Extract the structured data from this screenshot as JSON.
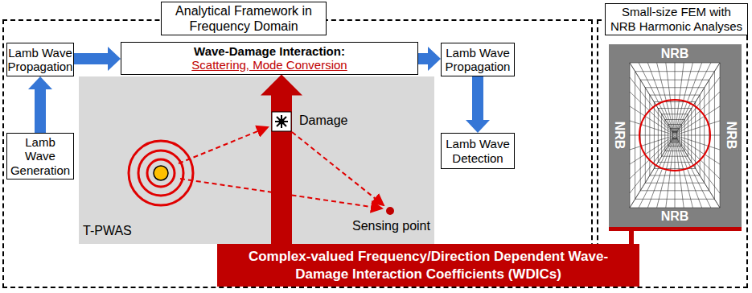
{
  "diagram": {
    "nodes": [
      {
        "text": [
          "Analytical Framework in Frequency Domain"
        ]
      },
      {
        "text": [
          "Lamb Wave Propagation"
        ],
        "in": 0
      },
      {
        "text": [
          "Wave-Damage Interaction:",
          "Scattering, Mode Conversion"
        ],
        "in": 0
      },
      {
        "text": [
          "Lamb Wave Propagation"
        ],
        "in": 0
      },
      {
        "text": [
          "Lamb Wave Generation"
        ],
        "in": 0
      },
      {
        "text": [
          "Lamb Wave Detection"
        ],
        "in": 0
      },
      {
        "text": [
          "Small-size FEM with NRB Harmonic Analyses"
        ]
      },
      {
        "text": [
          "NRB",
          "NRB",
          "NRB",
          "NRB"
        ],
        "in": 6
      },
      {
        "text": [
          "Complex-valued Frequency/Direction Dependent Wave-Damage Interaction Coefficients (WDICs)"
        ]
      }
    ],
    "edges": [
      {
        "from": 4,
        "to": 1,
        "arrow": "to"
      },
      {
        "from": 1,
        "to": 2,
        "arrow": "to"
      },
      {
        "from": 2,
        "to": 3,
        "arrow": "to"
      },
      {
        "from": 3,
        "to": 5,
        "arrow": "to"
      },
      {
        "from": 8,
        "to": 2,
        "arrow": "to"
      },
      {
        "from": 7,
        "to": 8,
        "arrow": "none"
      }
    ],
    "labels": [
      "T-PWAS",
      "Damage",
      "Sensing point"
    ]
  }
}
